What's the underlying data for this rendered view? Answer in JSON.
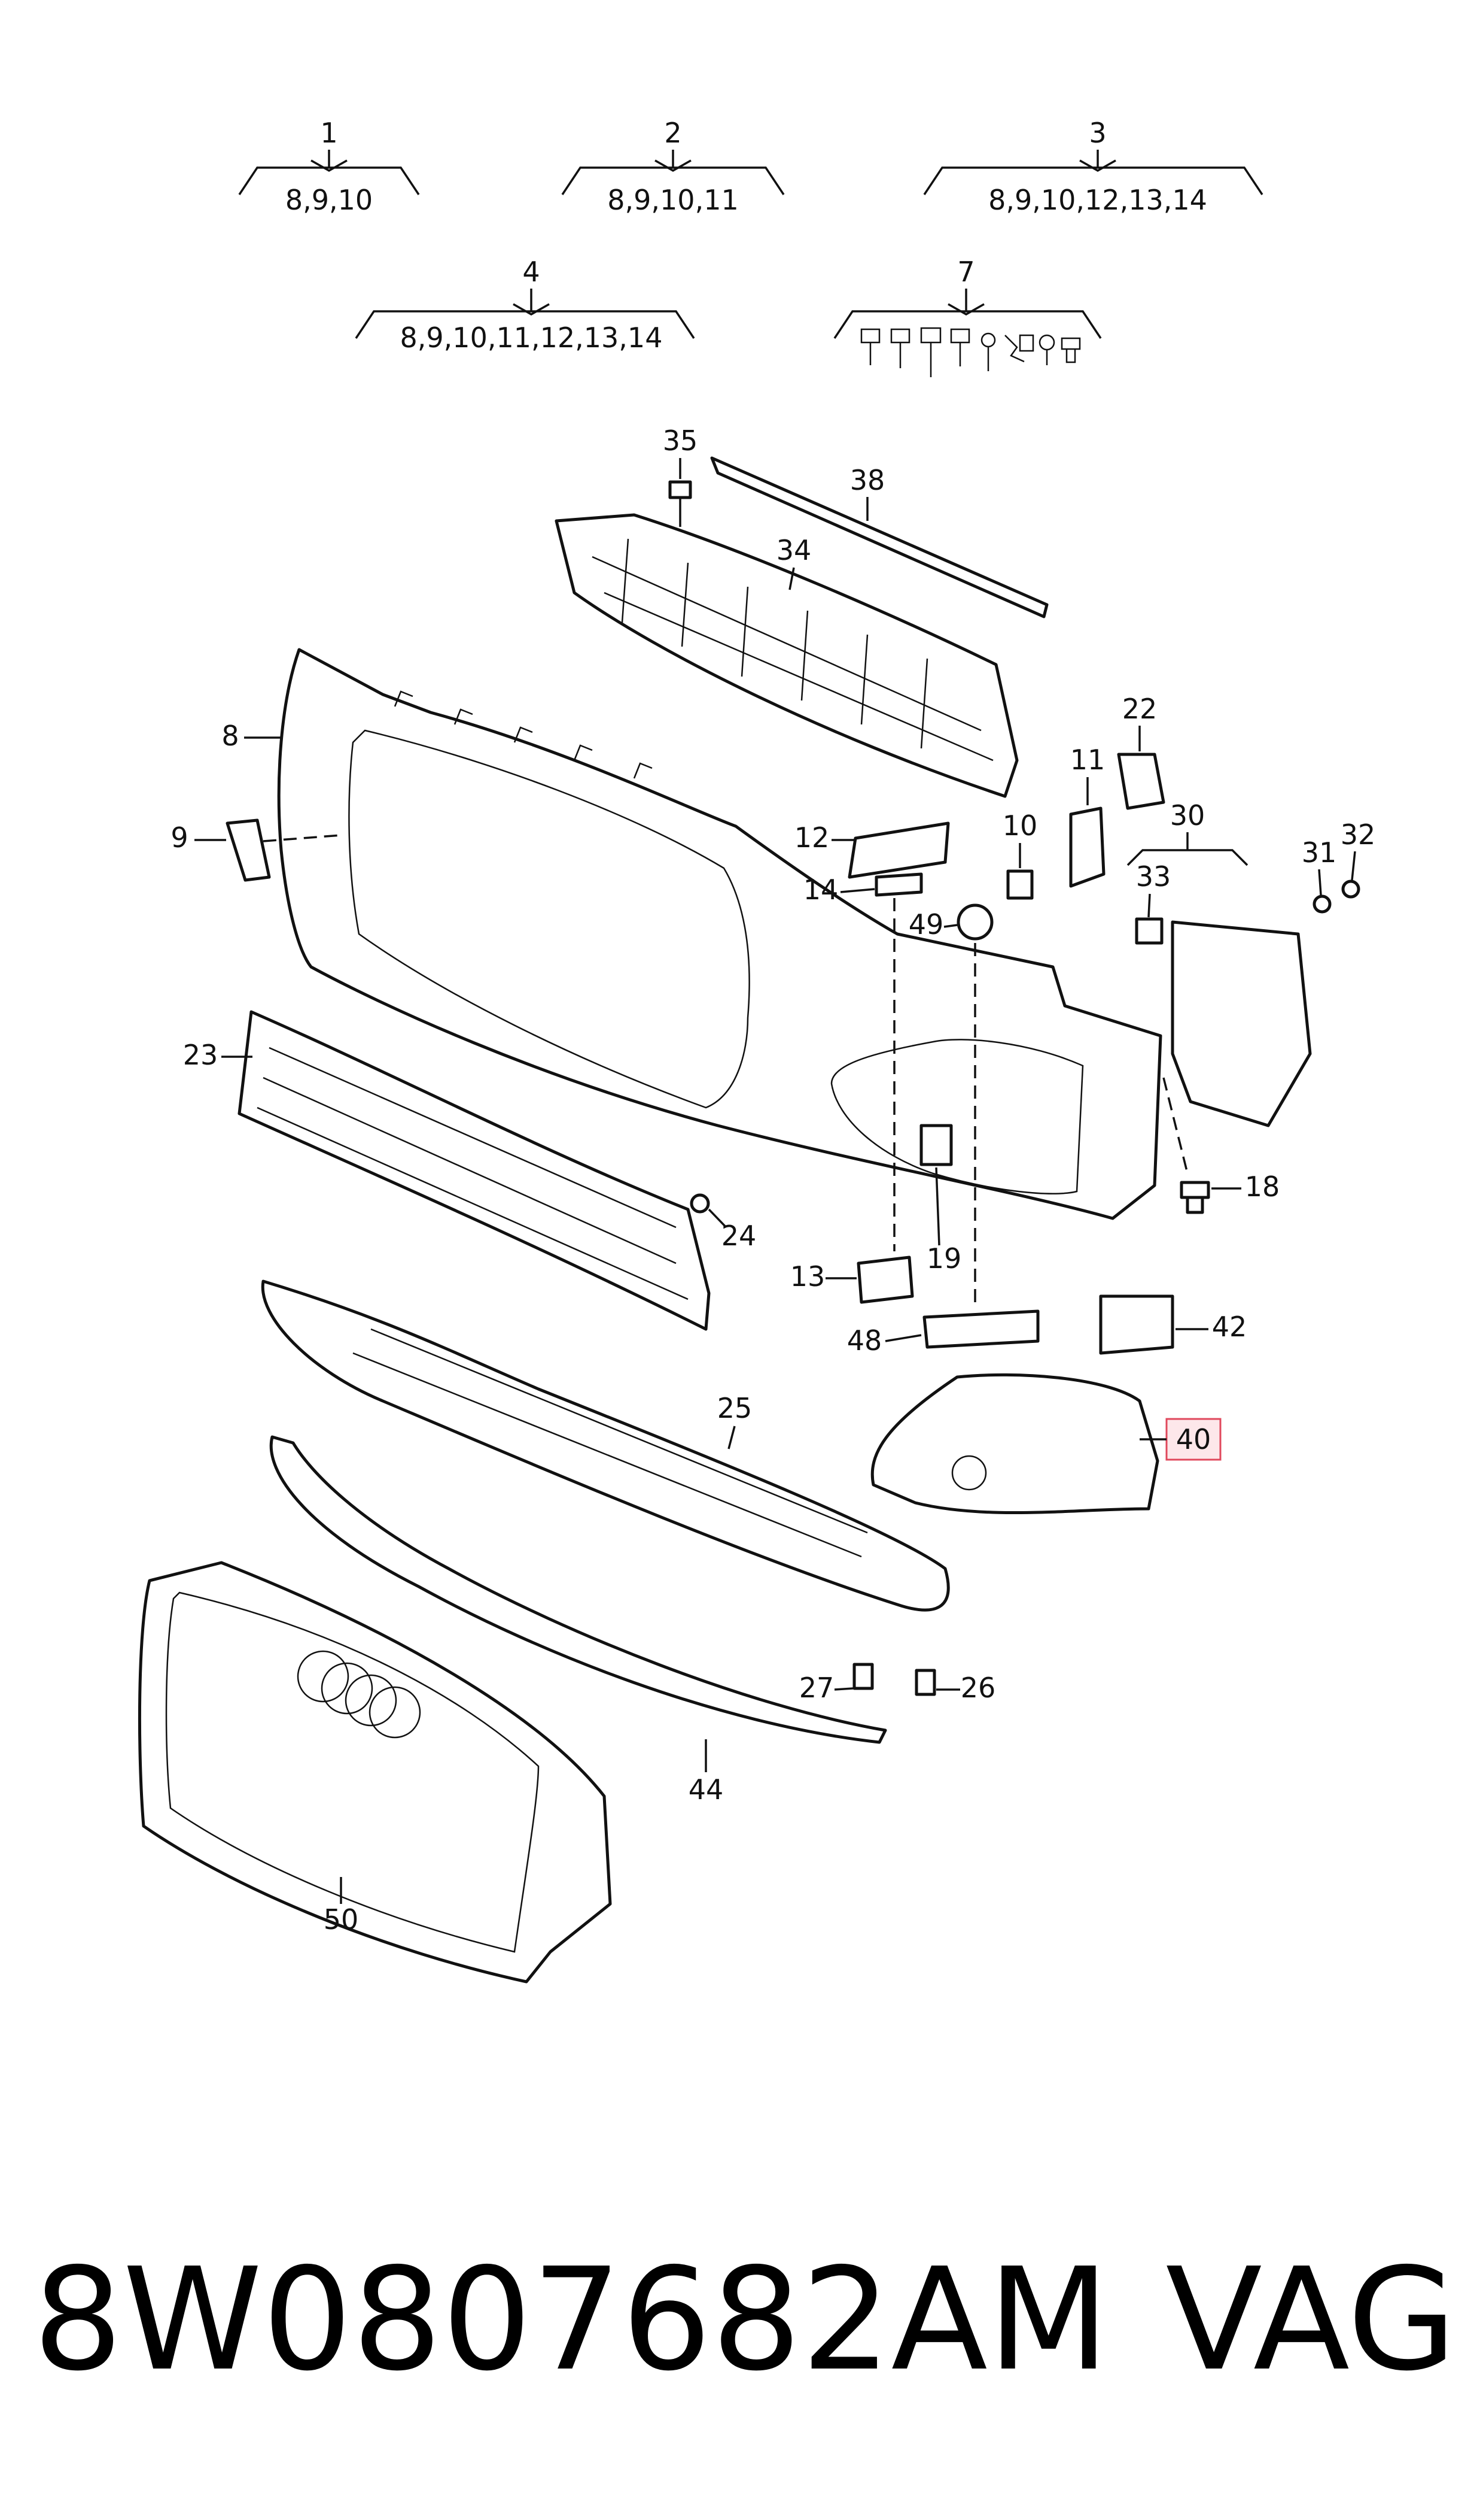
{
  "groups": [
    {
      "id": "1",
      "contents": "8,9,10"
    },
    {
      "id": "2",
      "contents": "8,9,10,11"
    },
    {
      "id": "3",
      "contents": "8,9,10,12,13,14"
    },
    {
      "id": "4",
      "contents": "8,9,10,11,12,13,14"
    },
    {
      "id": "7",
      "contents": ""
    }
  ],
  "callouts": {
    "c35": "35",
    "c38": "38",
    "c34": "34",
    "c8": "8",
    "c9": "9",
    "c22": "22",
    "c11": "11",
    "c12": "12",
    "c10": "10",
    "c30": "30",
    "c31": "31",
    "c32": "32",
    "c14": "14",
    "c49": "49",
    "c33": "33",
    "c23": "23",
    "c18": "18",
    "c24": "24",
    "c13": "13",
    "c19": "19",
    "c48": "48",
    "c42": "42",
    "c25": "25",
    "c40": "40",
    "c27": "27",
    "c26": "26",
    "c44": "44",
    "c50": "50"
  },
  "highlighted_callout": "40",
  "footer": {
    "part_number": "8W0807682AM",
    "brand": "VAG"
  }
}
